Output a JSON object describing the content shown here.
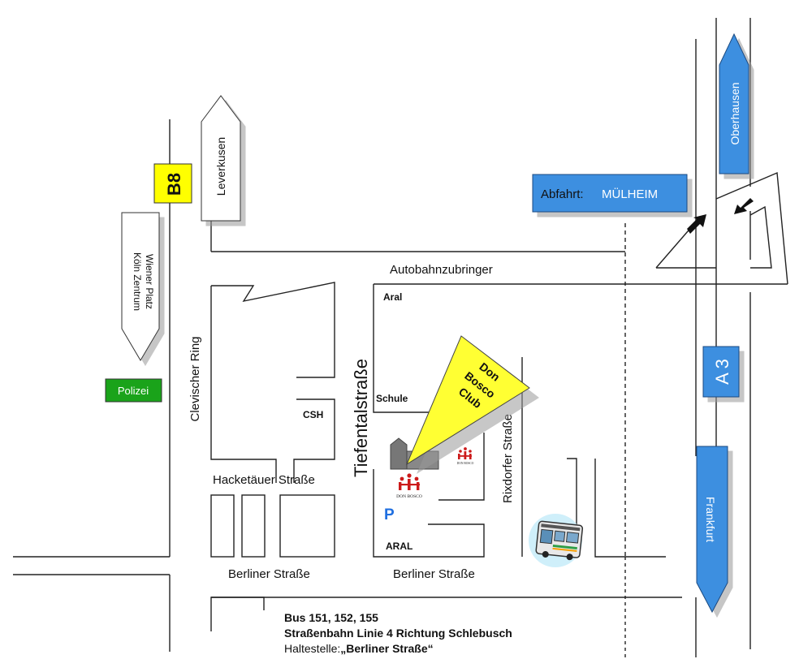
{
  "signs": {
    "leverkusen": "Leverkusen",
    "b8": "B8",
    "wiener_line1": "Wiener Platz",
    "wiener_line2": "Köln Zentrum",
    "polizei": "Polizei",
    "oberhausen": "Oberhausen",
    "abfahrt_prefix": "Abfahrt:",
    "abfahrt_name": "MÜLHEIM",
    "a3": "A 3",
    "frankfurt": "Frankfurt"
  },
  "streets": {
    "autobahnzubringer": "Autobahnzubringer",
    "clevischer_ring": "Clevischer Ring",
    "tiefentalstrasse": "Tiefentalstraße",
    "hacketaeuer": "Hacketäuer Straße",
    "rixdorfer": "Rixdorfer Straße",
    "berliner_left": "Berliner Straße",
    "berliner_right": "Berliner Straße"
  },
  "places": {
    "aral_top": "Aral",
    "schule": "Schule",
    "csh": "CSH",
    "aral_bottom": "ARAL",
    "parking": "P",
    "don_bosco_logo_text": "DON BOSCO",
    "don_bosco_logo_small": "DON BOSCO"
  },
  "callout": {
    "line1": "Don",
    "line2": "Bosco",
    "line3": "Club"
  },
  "transit": {
    "bus_lines": "Bus 151, 152, 155",
    "tram": "Straßenbahn Linie 4 Richtung Schlebusch",
    "stop_prefix": "Haltestelle:",
    "stop_name": "„Berliner Straße“"
  },
  "colors": {
    "sign_blue": "#3d8fe0",
    "b8_yellow": "#ffff00",
    "polizei_green": "#1aa31a",
    "callout_yellow": "#ffff33",
    "don_bosco_red": "#cc1a1a",
    "parking_blue": "#1f6fe0"
  }
}
